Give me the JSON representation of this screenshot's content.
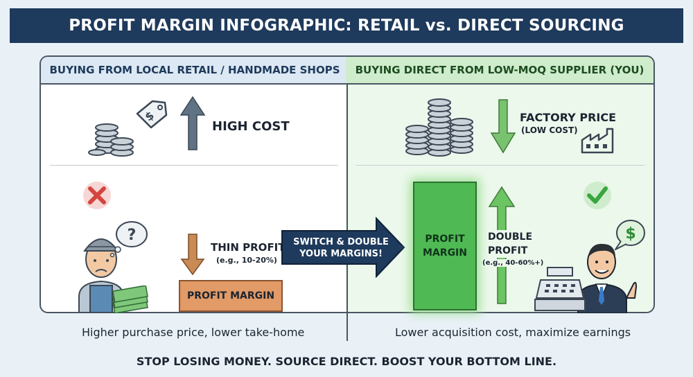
{
  "title": "PROFIT MARGIN INFOGRAPHIC: RETAIL vs. DIRECT SOURCING",
  "left": {
    "header": "BUYING FROM LOCAL RETAIL / HANDMADE SHOPS",
    "cost_label": "HIGH COST",
    "profit_label": "THIN PROFIT",
    "profit_sub": "(e.g., 10-20%)",
    "bar_label": "PROFIT MARGIN",
    "caption": "Higher purchase price, lower take-home",
    "tag_symbol": "$"
  },
  "right": {
    "header": "BUYING DIRECT FROM LOW-MOQ SUPPLIER (YOU)",
    "cost_label_1": "FACTORY PRICE",
    "cost_label_2": "(LOW COST)",
    "bar_label_1": "PROFIT",
    "bar_label_2": "MARGIN",
    "profit_label_1": "DOUBLE",
    "profit_label_2": "PROFIT",
    "profit_sub": "(e.g., 40-60%+)",
    "caption": "Lower acquisition cost, maximize earnings",
    "bubble_symbol": "$"
  },
  "switch_arrow": {
    "line1": "SWITCH & DOUBLE",
    "line2": "YOUR MARGINS!"
  },
  "thought_symbol": "?",
  "footer": "STOP LOSING MONEY. SOURCE DIRECT. BOOST YOUR BOTTOM LINE.",
  "colors": {
    "banner": "#1e3a5c",
    "up_arrow": "#5f7384",
    "down_arrow_orange": "#c98a56",
    "down_arrow_green": "#79c26f",
    "up_arrow_green": "#6cc463",
    "thin_bar": "#e29a66",
    "profit_bar": "#4fb954",
    "cross": "#d4453f",
    "check": "#3aa640"
  },
  "icons": [
    "coin-stack-icon",
    "price-tag-icon",
    "up-arrow-icon",
    "cross-icon",
    "worker-icon",
    "thought-bubble-icon",
    "cash-icon",
    "down-arrow-icon",
    "factory-icon",
    "check-icon",
    "businessman-icon",
    "cash-register-icon",
    "dollar-bubble-icon"
  ]
}
